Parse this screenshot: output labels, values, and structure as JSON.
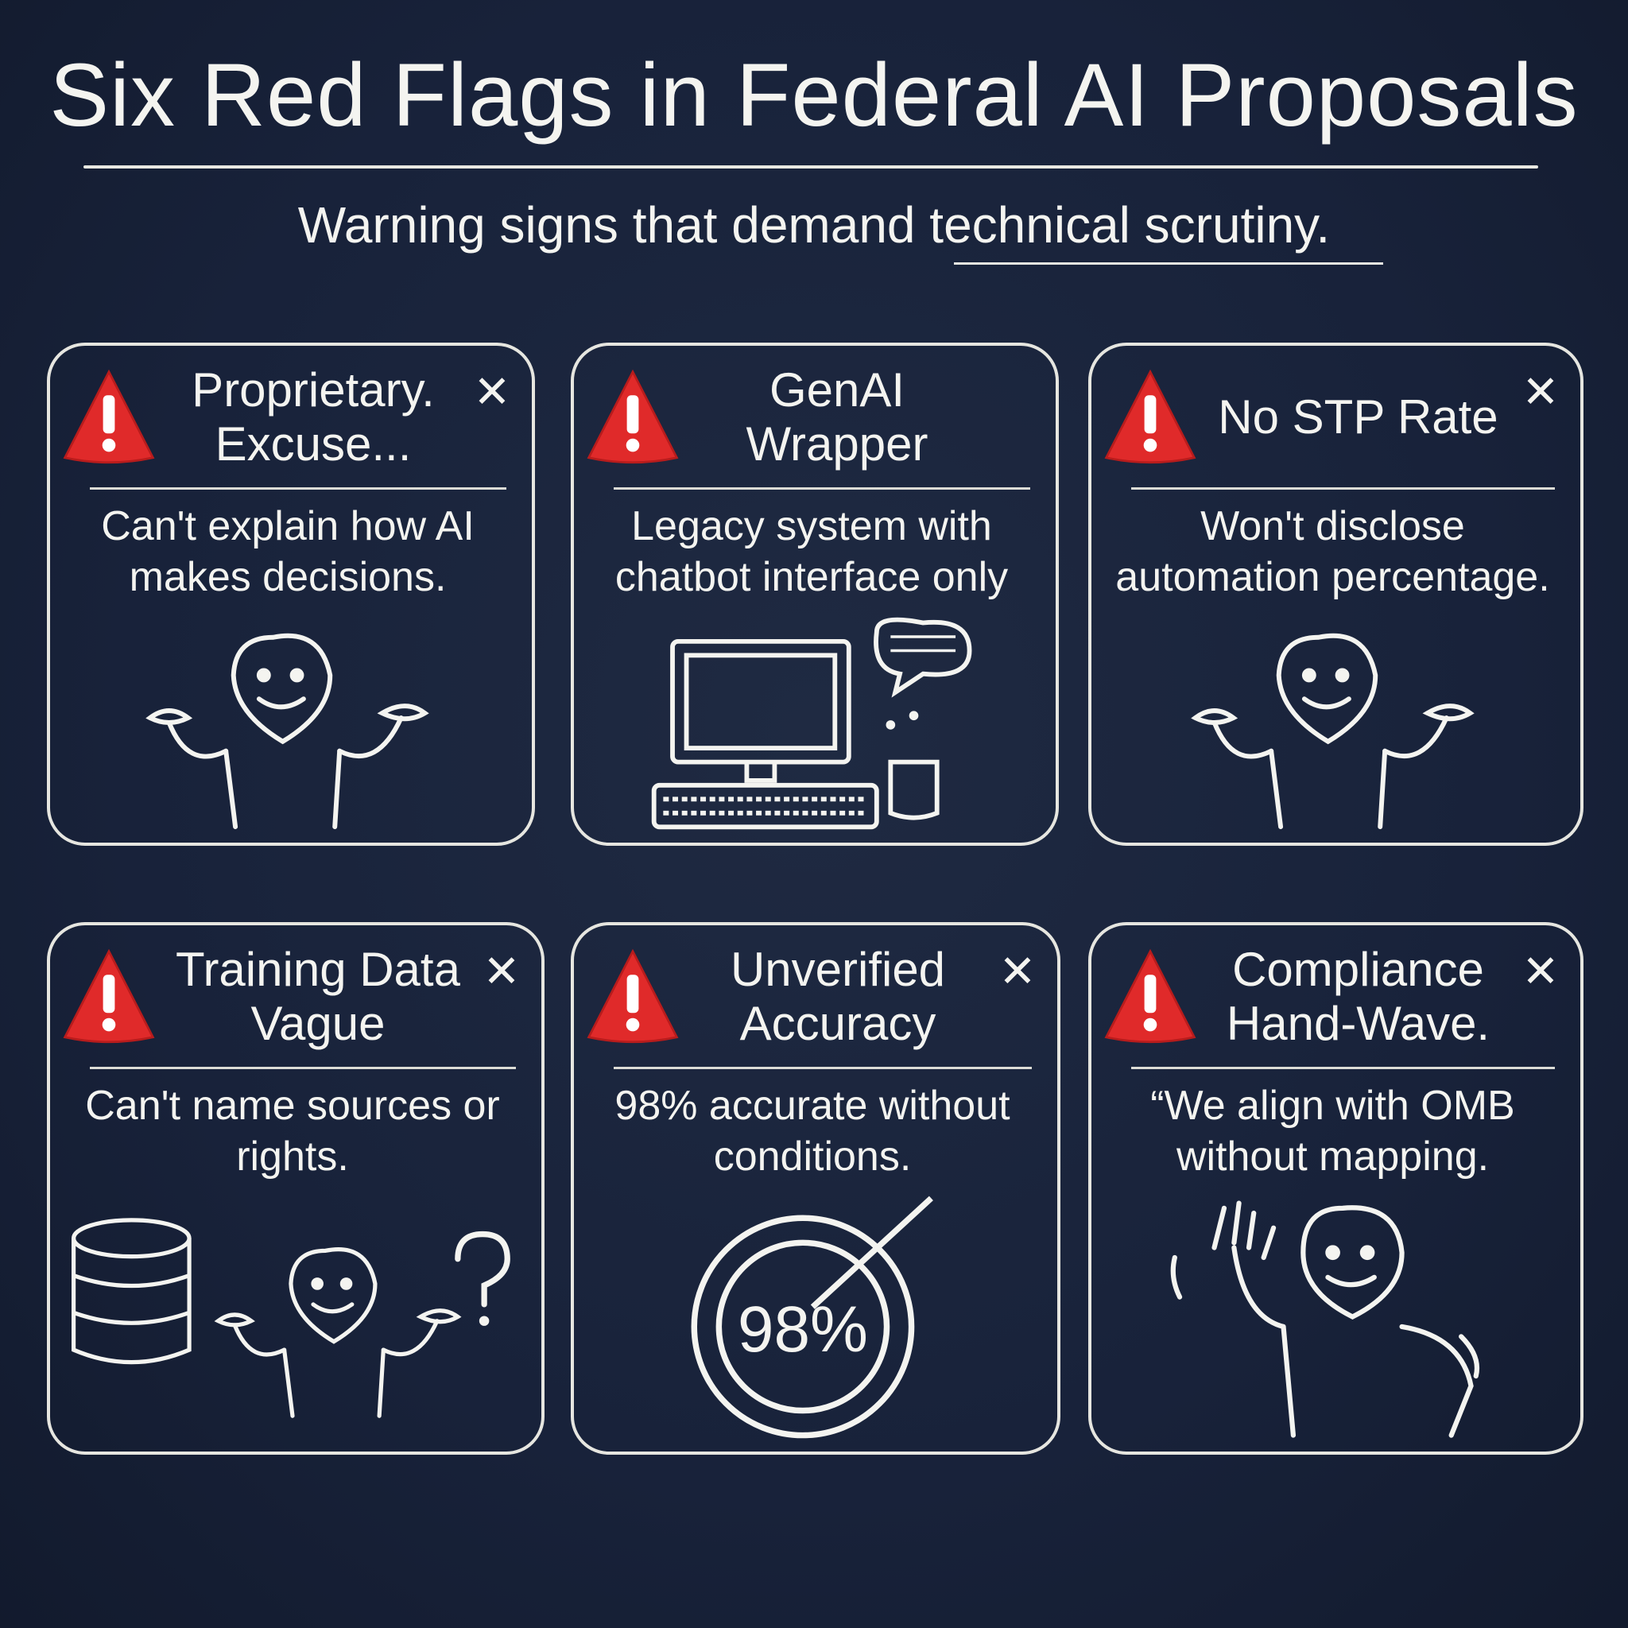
{
  "header": {
    "title": "Six Red Flags in Federal AI Proposals",
    "subtitle": "Warning signs that demand technical scrutiny."
  },
  "colors": {
    "background": "#18223a",
    "chalk": "#f4f4f0",
    "warning_red": "#e02a2a"
  },
  "cards": [
    {
      "title": "Proprietary. Excuse...",
      "description": "Can't explain how AI makes decisions.",
      "icon": "shrugging-person-icon"
    },
    {
      "title": "GenAI Wrapper",
      "description": "Legacy system with chatbot interface only",
      "icon": "computer-chatbot-icon"
    },
    {
      "title": "No STP Rate",
      "description": "Won't disclose automation percentage.",
      "icon": "shrugging-person-icon"
    },
    {
      "title": "Training Data Vague",
      "description": "Can't name sources or rights.",
      "icon": "database-confused-person-icon"
    },
    {
      "title": "Unverified Accuracy",
      "description": "98% accurate without conditions.",
      "icon": "target-icon",
      "badge": "98%"
    },
    {
      "title": "Compliance Hand-Wave.",
      "description": "“We align with OMB without mapping.",
      "icon": "waving-person-icon"
    }
  ]
}
